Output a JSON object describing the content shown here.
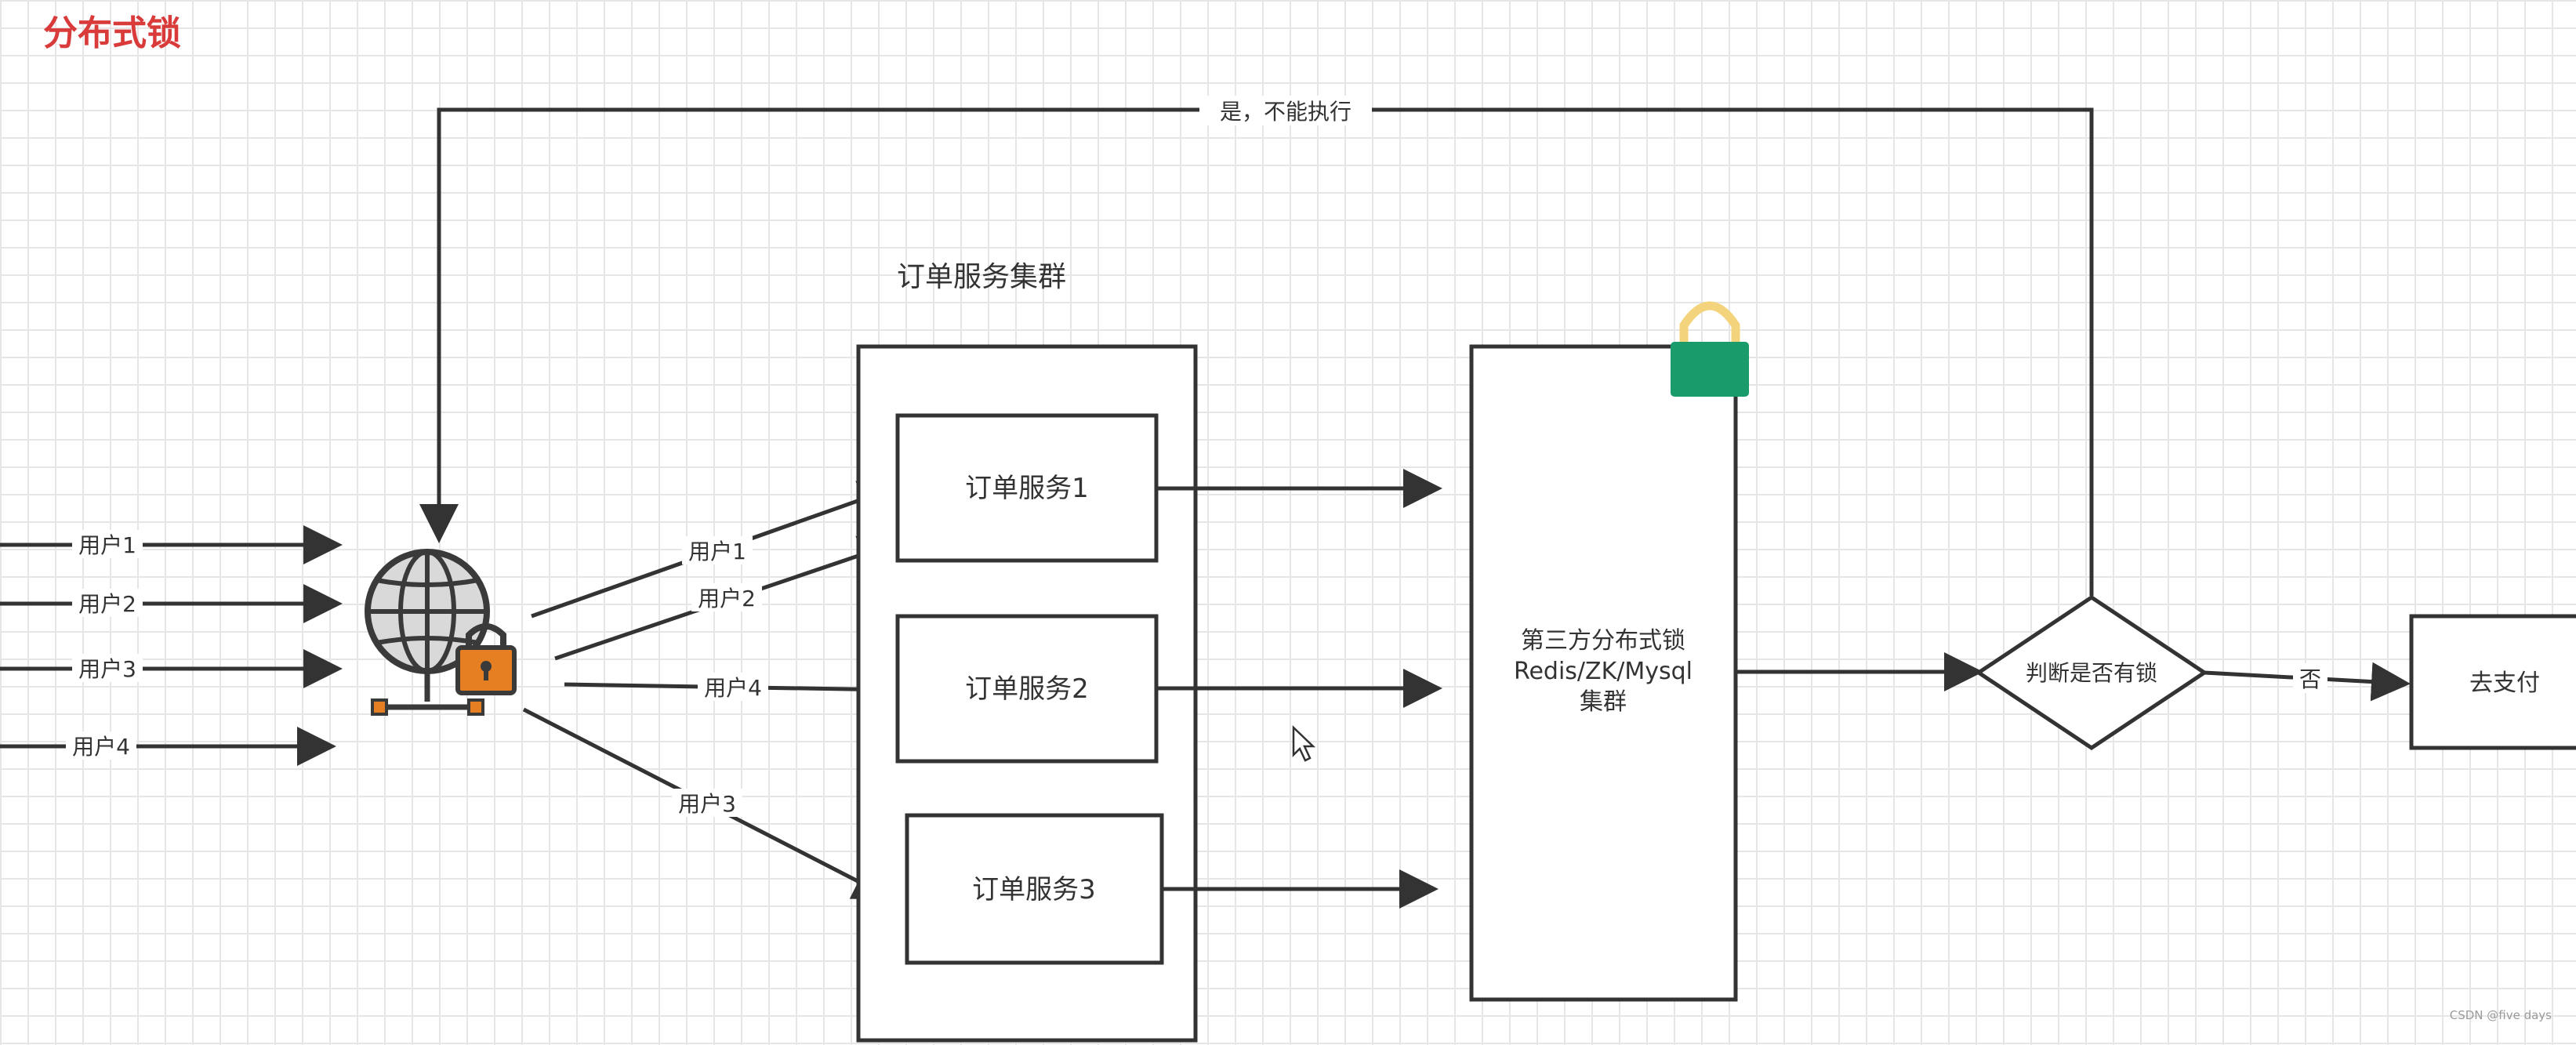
{
  "page_title": "分布式锁",
  "labels": {
    "cluster_title": "订单服务集群",
    "service1": "订单服务1",
    "service2": "订单服务2",
    "service3": "订单服务3",
    "lock_line1": "第三方分布式锁",
    "lock_line2": "Redis/ZK/Mysql",
    "lock_line3": "集群",
    "decision": "判断是否有锁",
    "pay": "去支付",
    "yes_edge": "是，不能执行",
    "no_edge": "否",
    "in_user1": "用户1",
    "in_user2": "用户2",
    "in_user3": "用户3",
    "in_user4": "用户4",
    "out_user1": "用户1",
    "out_user2": "用户2",
    "out_user4": "用户4",
    "out_user3": "用户3"
  },
  "icons": {
    "gateway": "globe-with-padlock-icon",
    "lock_badge": "padlock-icon",
    "cursor": "mouse-cursor-icon"
  },
  "colors": {
    "title": "#d93b3b",
    "padlock_body": "#e67e22",
    "green_lock_body": "#1a9b6c",
    "green_lock_shackle": "#f3d37b"
  },
  "watermark": "CSDN @five days"
}
